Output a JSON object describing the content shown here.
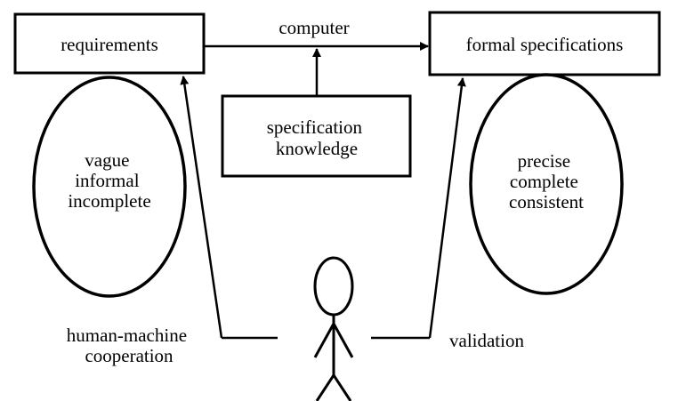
{
  "diagram": {
    "boxes": {
      "requirements": "requirements",
      "formal_specifications": "formal specifications",
      "specification_knowledge": [
        "specification",
        "knowledge"
      ]
    },
    "ellipses": {
      "left": [
        "vague",
        "informal",
        "incomplete"
      ],
      "right": [
        "precise",
        "complete",
        "consistent"
      ]
    },
    "labels": {
      "computer": "computer",
      "human_machine_cooperation": [
        "human-machine",
        "cooperation"
      ],
      "validation": "validation"
    }
  }
}
